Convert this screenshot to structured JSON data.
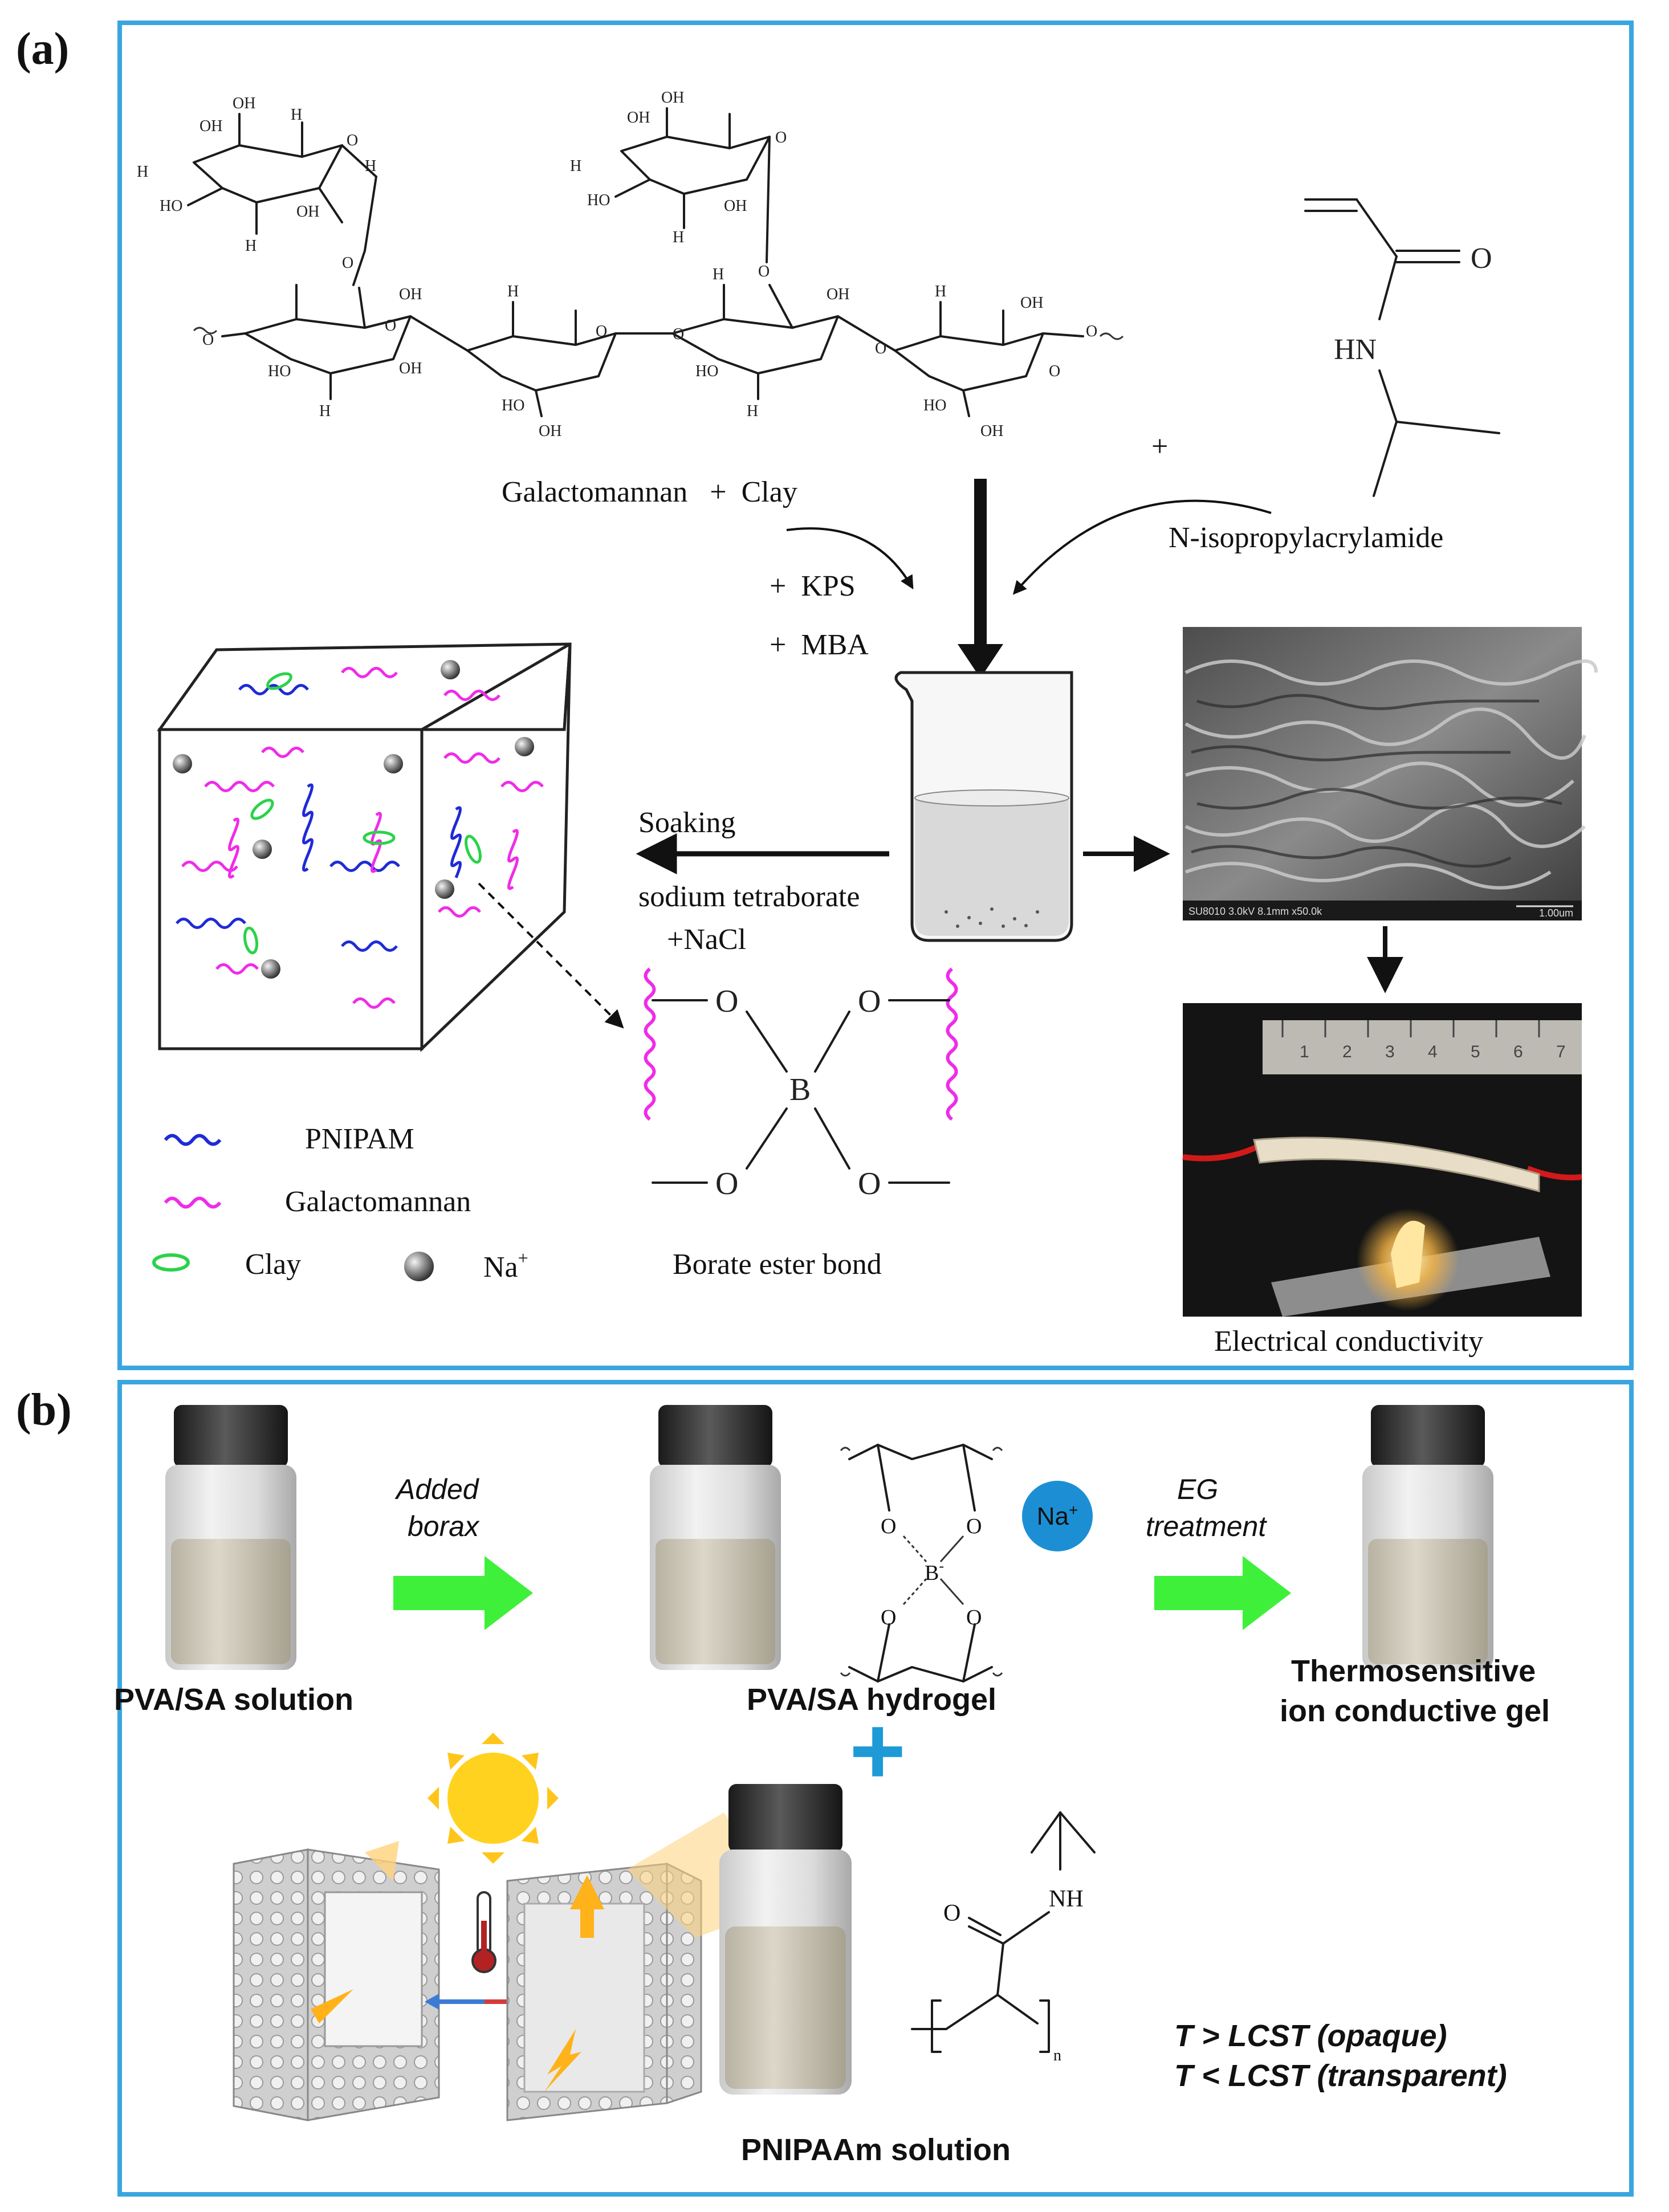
{
  "panel_a": {
    "tag": "(a)",
    "structure_atoms": {
      "oh": "OH",
      "ho": "HO",
      "h": "H",
      "o": "O",
      "hn": "HN"
    },
    "reagents": {
      "galactomannan_plus_clay": "Galactomannan   +  Clay",
      "kps": "+  KPS",
      "mba": "+  MBA",
      "plus": "+",
      "nipam": "N-isopropylacrylamide"
    },
    "soaking": "Soaking",
    "sodium_tetraborate": "sodium tetraborate",
    "nacl": "+NaCl",
    "legend": {
      "pnipam": "PNIPAM",
      "galactomannan": "Galactomannan",
      "clay": "Clay",
      "na": "Na",
      "na_sup": "+"
    },
    "borate": {
      "o": "O",
      "b": "B",
      "caption": "Borate ester bond"
    },
    "conductivity_caption": "Electrical conductivity",
    "ruler_ticks": [
      "1",
      "2",
      "3",
      "4",
      "5",
      "6",
      "7"
    ],
    "sem_footer": "SU8010 3.0kV 8.1mm x50.0k",
    "sem_scale": "1.00um"
  },
  "panel_b": {
    "tag": "(b)",
    "step1_line1": "Added",
    "step1_line2": "borax",
    "step2_line1": "EG",
    "step2_line2": "treatment",
    "label_solution": "PVA/SA solution",
    "label_hydrogel": "PVA/SA hydrogel",
    "label_gel_line1": "Thermosensitive",
    "label_gel_line2": "ion conductive gel",
    "na_badge": "Na",
    "na_badge_sup": "+",
    "borax_o": "O",
    "borax_b": "B",
    "borax_minus": "-",
    "plus_sign": "+",
    "pnipaam_label": "PNIPAAm solution",
    "monomer_o": "O",
    "monomer_nh": "NH",
    "monomer_n": "n",
    "lcst_line1": "T > LCST (opaque)",
    "lcst_line2": "T < LCST (transparent)"
  },
  "colors": {
    "frame": "#3aa6df",
    "pnipam": "#1f2bd6",
    "galactomannan": "#ef2ce8",
    "clay": "#2bd24a",
    "green_arrow": "#3ef03a",
    "plus_blue": "#1e9ad6",
    "na_blue": "#1c8fd4",
    "sun": "#ffd21f",
    "sun_ray": "#ffc51a",
    "orange_arrow": "#ffb21a"
  }
}
